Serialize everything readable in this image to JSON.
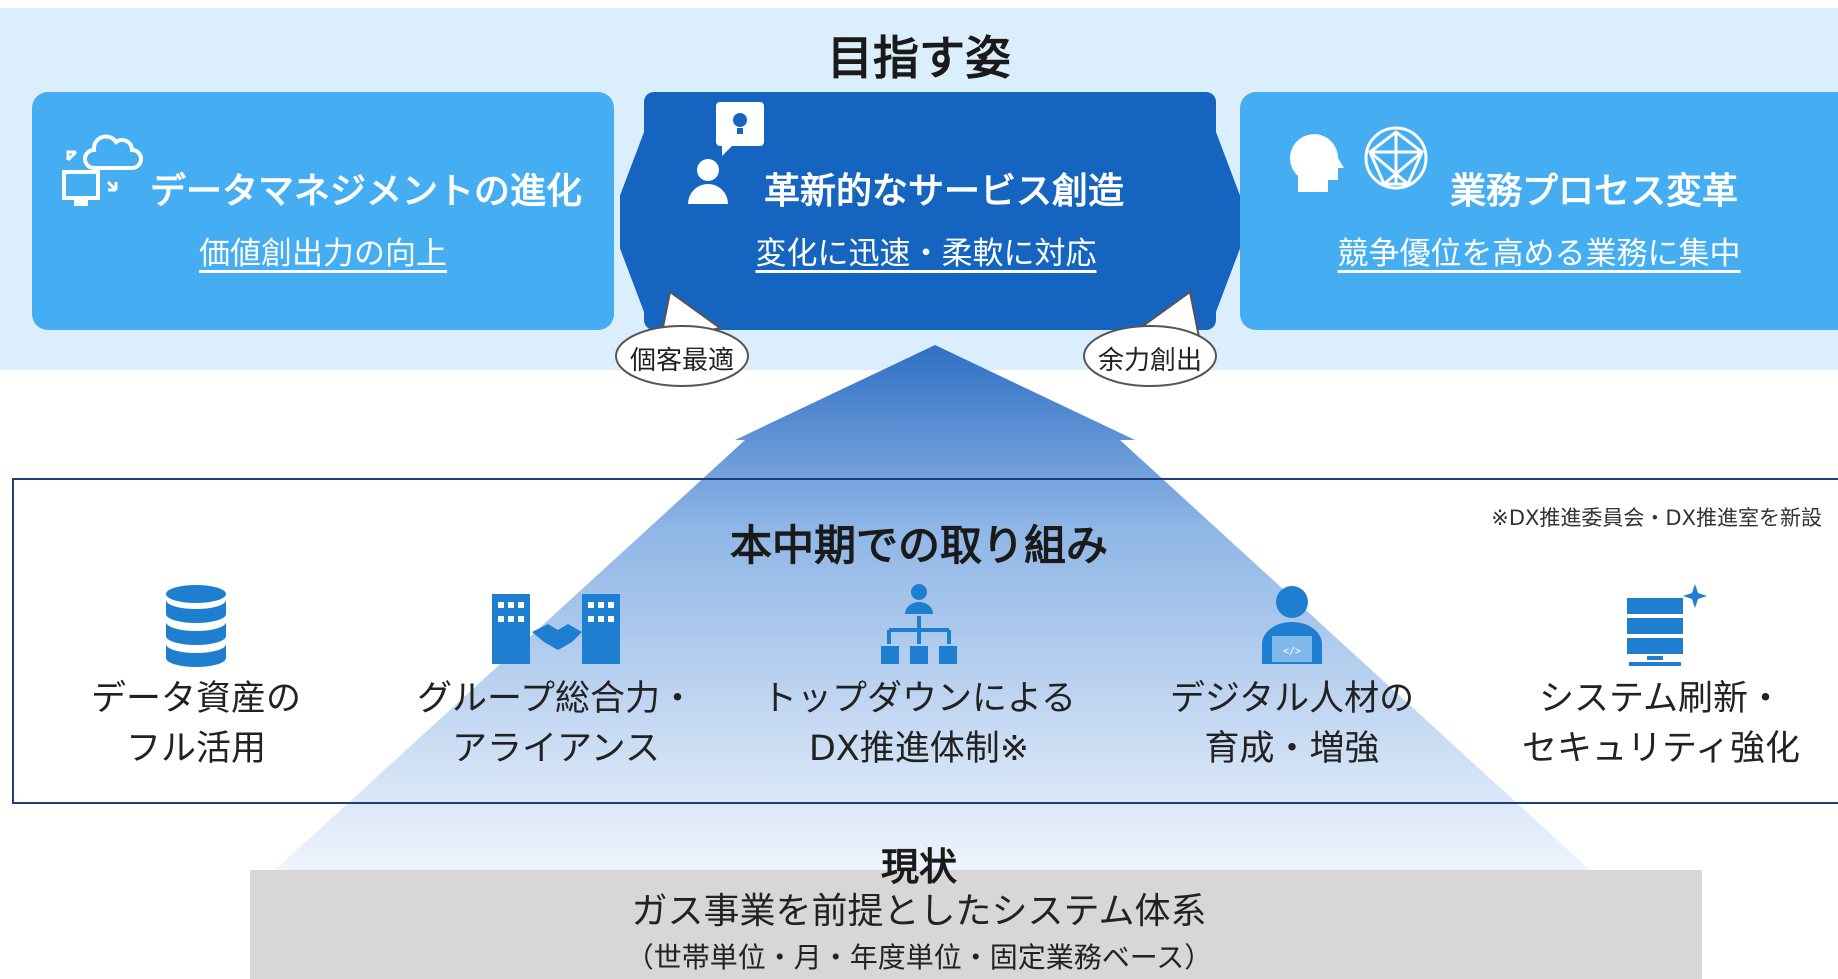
{
  "goal": {
    "title": "目指す姿",
    "cards": [
      {
        "title": "データマネジメントの進化",
        "subtitle": "価値創出力の向上",
        "icon": "cloud-computer-icon"
      },
      {
        "title": "革新的なサービス創造",
        "subtitle": "変化に迅速・柔軟に対応",
        "icon": "person-idea-icon"
      },
      {
        "title": "業務プロセス変革",
        "subtitle": "競争優位を高める業務に集中",
        "icon": "head-brain-icon"
      }
    ],
    "bubbles": [
      "個客最適",
      "余力創出"
    ]
  },
  "initiatives": {
    "title": "本中期での取り組み",
    "note": "※DX推進委員会・DX推進室を新設",
    "items": [
      {
        "line1": "データ資産の",
        "line2": "フル活用",
        "icon": "database-icon"
      },
      {
        "line1": "グループ総合力・",
        "line2": "アライアンス",
        "icon": "buildings-handshake-icon"
      },
      {
        "line1": "トップダウンによる",
        "line2": "DX推進体制※",
        "icon": "org-chart-icon"
      },
      {
        "line1": "デジタル人材の",
        "line2": "育成・増強",
        "icon": "person-laptop-icon"
      },
      {
        "line1": "システム刷新・",
        "line2": "セキュリティ強化",
        "icon": "server-sparkle-icon"
      }
    ]
  },
  "current": {
    "title": "現状",
    "line1": "ガス事業を前提としたシステム体系",
    "line2": "（世帯単位・月・年度単位・固定業務ベース）"
  },
  "colors": {
    "band": "#dbeefc",
    "card": "#45aef2",
    "center_card": "#1565c0",
    "arrow": "#2f6fc4",
    "box_border": "#1f3f7a",
    "gray": "#d7d7d7"
  }
}
